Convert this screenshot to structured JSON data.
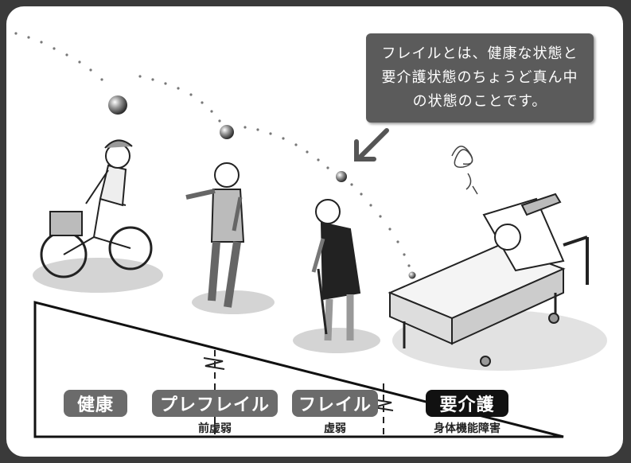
{
  "callout": {
    "lines": [
      "フレイルとは、健康な状態と",
      "要介護状態のちょうど真ん中",
      "の状態のことです。"
    ]
  },
  "stages": [
    {
      "label": "健康",
      "sub": ""
    },
    {
      "label": "プレフレイル",
      "sub": "前虚弱"
    },
    {
      "label": "フレイル",
      "sub": "虚弱"
    },
    {
      "label": "要介護",
      "sub": "身体機能障害"
    }
  ],
  "colors": {
    "stage_box": "#6b6b6b",
    "stage_box_final": "#111111",
    "callout_bg": "#5b5b5b"
  }
}
